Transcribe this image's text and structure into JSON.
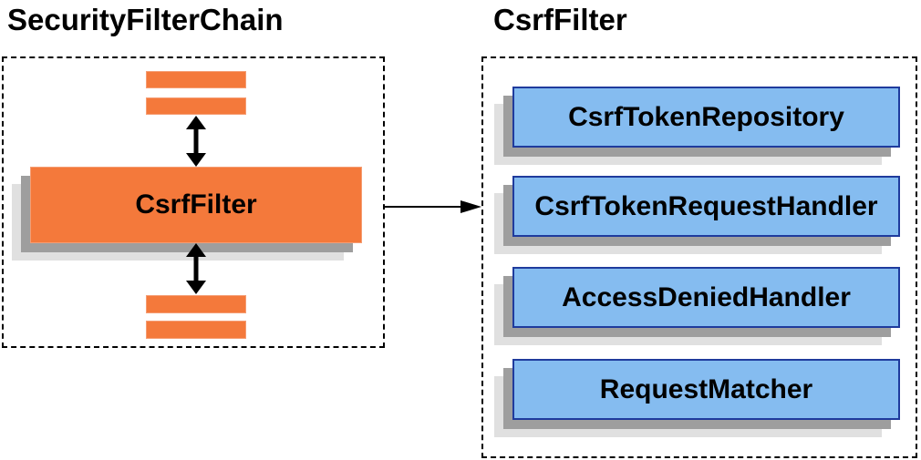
{
  "colors": {
    "background": "#ffffff",
    "orange": "#f4793b",
    "orange_border": "#f59d73",
    "blue": "#85bcf0",
    "blue_border": "#1f3b9d",
    "shadow_dark": "#9e9e9e",
    "shadow_light": "#e0e0e0",
    "outline": "#000000"
  },
  "left_panel": {
    "title": "SecurityFilterChain",
    "filter_box": "CsrfFilter"
  },
  "right_panel": {
    "title": "CsrfFilter",
    "components": [
      "CsrfTokenRepository",
      "CsrfTokenRequestHandler",
      "AccessDeniedHandler",
      "RequestMatcher"
    ]
  }
}
